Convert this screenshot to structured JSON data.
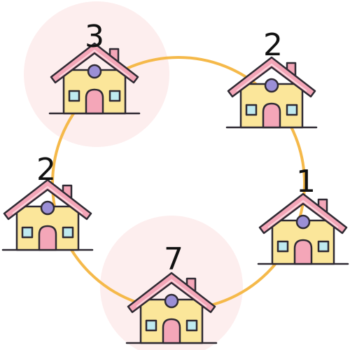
{
  "colors": {
    "background": "#ffffff",
    "ring": "#f5b94a",
    "highlight": "#fdeeee",
    "roof": "#f4a6b8",
    "roof_inner": "#fbd7df",
    "wall": "#fbe69a",
    "door": "#f4a6b8",
    "window": "#bfeaf0",
    "round_window": "#9b8fd6",
    "outline": "#2f2a33"
  },
  "houses": [
    {
      "id": "top-left",
      "label": "3",
      "highlighted": true
    },
    {
      "id": "top-right",
      "label": "2",
      "highlighted": false
    },
    {
      "id": "right",
      "label": "1",
      "highlighted": false
    },
    {
      "id": "bottom",
      "label": "7",
      "highlighted": true
    },
    {
      "id": "left",
      "label": "2",
      "highlighted": false
    }
  ]
}
